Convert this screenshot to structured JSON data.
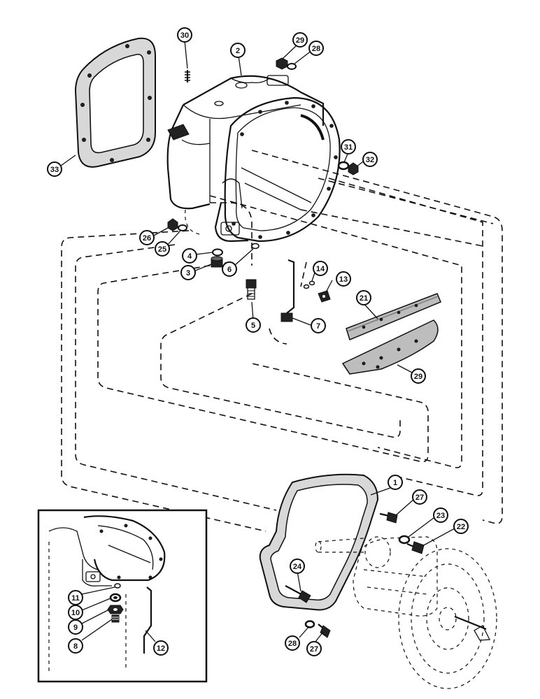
{
  "callouts": [
    {
      "id": "c30",
      "label": "30"
    },
    {
      "id": "c2",
      "label": "2"
    },
    {
      "id": "c29a",
      "label": "29"
    },
    {
      "id": "c28a",
      "label": "28"
    },
    {
      "id": "c31",
      "label": "31"
    },
    {
      "id": "c32",
      "label": "32"
    },
    {
      "id": "c33",
      "label": "33"
    },
    {
      "id": "c26",
      "label": "26"
    },
    {
      "id": "c25",
      "label": "25"
    },
    {
      "id": "c4",
      "label": "4"
    },
    {
      "id": "c3",
      "label": "3"
    },
    {
      "id": "c6",
      "label": "6"
    },
    {
      "id": "c14",
      "label": "14"
    },
    {
      "id": "c13",
      "label": "13"
    },
    {
      "id": "c5",
      "label": "5"
    },
    {
      "id": "c7",
      "label": "7"
    },
    {
      "id": "c21",
      "label": "21"
    },
    {
      "id": "c29b",
      "label": "29"
    },
    {
      "id": "c1",
      "label": "1"
    },
    {
      "id": "c27a",
      "label": "27"
    },
    {
      "id": "c23",
      "label": "23"
    },
    {
      "id": "c22",
      "label": "22"
    },
    {
      "id": "c24",
      "label": "24"
    },
    {
      "id": "c28b",
      "label": "28"
    },
    {
      "id": "c27b",
      "label": "27"
    },
    {
      "id": "c11",
      "label": "11"
    },
    {
      "id": "c10",
      "label": "10"
    },
    {
      "id": "c9",
      "label": "9"
    },
    {
      "id": "c8",
      "label": "8"
    },
    {
      "id": "c12",
      "label": "12"
    }
  ]
}
